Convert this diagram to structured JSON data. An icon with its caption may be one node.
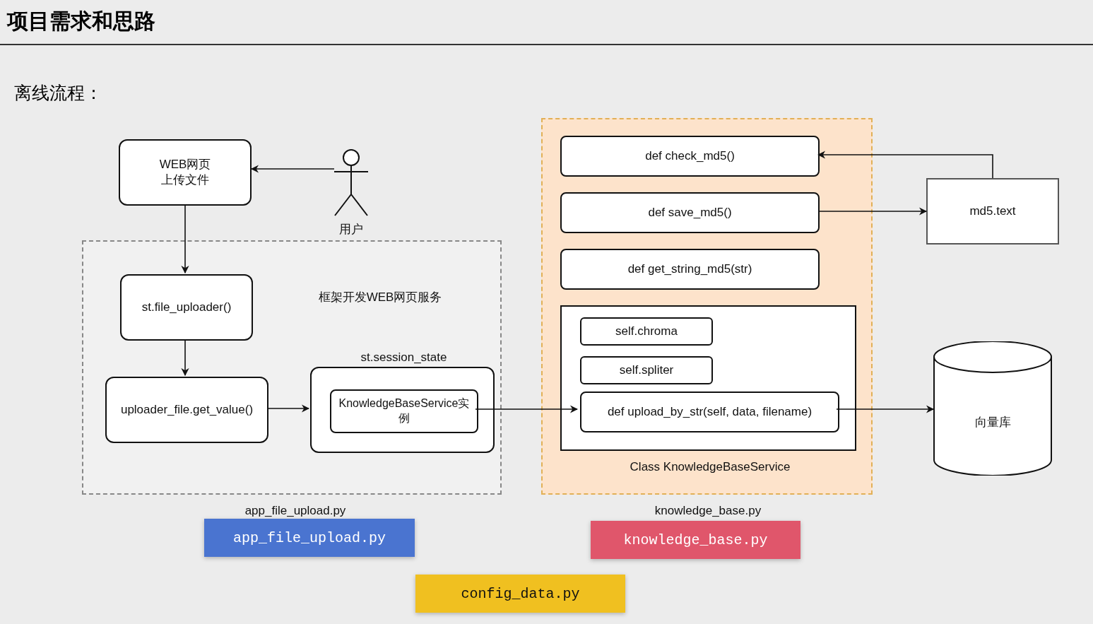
{
  "diagram": {
    "title": "项目需求和思路",
    "nodes": [
      {
        "text": [
          "WEB网页上传文件"
        ]
      },
      {
        "text": [
          "用户"
        ]
      },
      {
        "text": [
          "框架开发WEB网页服务",
          "app_file_upload.py"
        ]
      },
      {
        "text": [
          "st.file_uploader()"
        ],
        "in": 2
      },
      {
        "text": [
          "uploader_file.get_value()"
        ],
        "in": 2
      },
      {
        "text": [
          "st.session_state"
        ],
        "in": 2
      },
      {
        "text": [
          "KnowledgeBaseService实例"
        ],
        "in": 5
      },
      {
        "text": [
          "knowledge_base.py"
        ]
      },
      {
        "text": [
          "def check_md5()"
        ],
        "in": 7
      },
      {
        "text": [
          "def save_md5()"
        ],
        "in": 7
      },
      {
        "text": [
          "def get_string_md5(str)"
        ],
        "in": 7
      },
      {
        "text": [
          "Class KnowledgeBaseService"
        ],
        "in": 7
      },
      {
        "text": [
          "self.chroma"
        ],
        "in": 11
      },
      {
        "text": [
          "self.spliter"
        ],
        "in": 11
      },
      {
        "text": [
          "def upload_by_str(self, data, filename)"
        ],
        "in": 11
      },
      {
        "text": [
          "md5.text"
        ]
      },
      {
        "text": [
          "向量库"
        ]
      },
      {
        "text": [
          "app_file_upload.py"
        ]
      },
      {
        "text": [
          "knowledge_base.py"
        ]
      },
      {
        "text": [
          "config_data.py"
        ]
      }
    ],
    "edges": [
      {
        "from": 1,
        "to": 0,
        "arrow": "to"
      },
      {
        "from": 0,
        "to": 3,
        "arrow": "to"
      },
      {
        "from": 3,
        "to": 4,
        "arrow": "to"
      },
      {
        "from": 4,
        "to": 5,
        "arrow": "to"
      },
      {
        "from": 6,
        "to": 14,
        "arrow": "to"
      },
      {
        "from": 14,
        "to": 16,
        "arrow": "to"
      },
      {
        "from": 9,
        "to": 15,
        "arrow": "to"
      },
      {
        "from": 15,
        "to": 8,
        "arrow": "to"
      }
    ],
    "labels": [
      "离线流程："
    ]
  }
}
